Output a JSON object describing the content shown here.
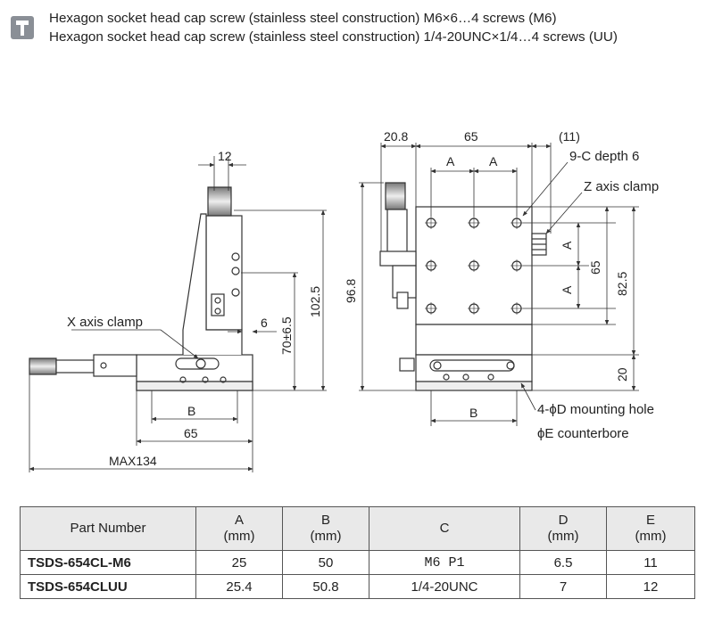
{
  "note": {
    "icon": "screw-icon",
    "line1": "Hexagon socket head cap screw (stainless steel construction) M6×6…4 screws (M6)",
    "line2": "Hexagon socket head cap screw (stainless steel construction) 1/4-20UNC×1/4…4 screws (UU)"
  },
  "side_view": {
    "dim_12": "12",
    "dim_6": "6",
    "dim_70": "70±6.5",
    "dim_102": "102.5",
    "dim_B": "B",
    "dim_65": "65",
    "dim_max": "MAX134",
    "x_clamp": "X axis clamp"
  },
  "front_view": {
    "dim_20_8": "20.8",
    "dim_65": "65",
    "dim_11": "(11)",
    "dim_A_left": "A",
    "dim_A_right": "A",
    "dim_A_v1": "A",
    "dim_A_v2": "A",
    "dim_65v": "65",
    "dim_82_5": "82.5",
    "dim_96_8": "96.8",
    "dim_20": "20",
    "dim_B": "B",
    "hole_label": "9-C depth 6",
    "z_clamp": "Z axis clamp",
    "mount_label": "4-ϕD mounting hole",
    "counterbore_label": "ϕE counterbore"
  },
  "table": {
    "headers": [
      {
        "line1": "Part Number",
        "line2": ""
      },
      {
        "line1": "A",
        "line2": "(mm)"
      },
      {
        "line1": "B",
        "line2": "(mm)"
      },
      {
        "line1": "C",
        "line2": ""
      },
      {
        "line1": "D",
        "line2": "(mm)"
      },
      {
        "line1": "E",
        "line2": "(mm)"
      }
    ],
    "rows": [
      [
        "TSDS-654CL-M6",
        "25",
        "50",
        "M6 P1",
        "6.5",
        "11"
      ],
      [
        "TSDS-654CLUU",
        "25.4",
        "50.8",
        "1/4-20UNC",
        "7",
        "12"
      ]
    ]
  }
}
